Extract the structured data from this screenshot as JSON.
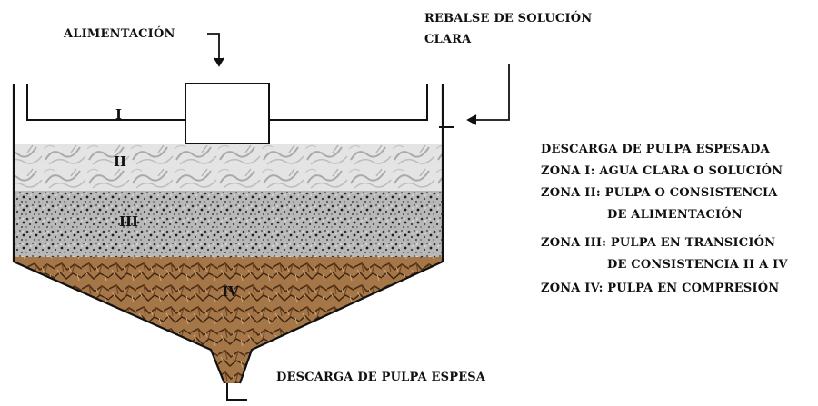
{
  "diagram": {
    "labels": {
      "feed": "ALIMENTACIÓN",
      "overflow_line1": "REBALSE DE SOLUCIÓN",
      "overflow_line2": "CLARA",
      "bottom_discharge": "DESCARGA DE PULPA ESPESA"
    },
    "zones": [
      "I",
      "II",
      "III",
      "IV"
    ],
    "legend": [
      "DESCARGA DE PULPA ESPESADA",
      "ZONA I: AGUA CLARA O SOLUCIÓN",
      "ZONA II: PULPA O CONSISTENCIA",
      "DE ALIMENTACIÓN",
      "ZONA III: PULPA EN TRANSICIÓN",
      "DE CONSISTENCIA  II A IV",
      "ZONA IV: PULPA EN COMPRESIÓN"
    ],
    "colors": {
      "outline": "#111111",
      "zone_ii": "#d6d6d6",
      "zone_iii": "#9a9a9a",
      "zone_iv": "#a9794a"
    }
  }
}
